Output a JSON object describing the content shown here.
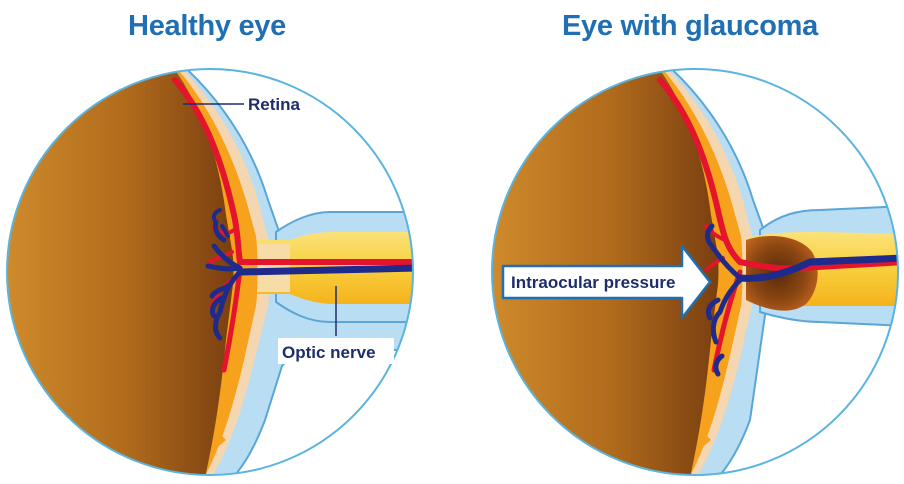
{
  "titles": {
    "healthy": "Healthy eye",
    "glaucoma": "Eye with glaucoma"
  },
  "labels": {
    "retina": "Retina",
    "optic_nerve": "Optic nerve",
    "pressure": "Intraocular pressure"
  },
  "colors": {
    "title_text": "#1f6fb2",
    "circle_outline": "#5ab4e0",
    "sclera": "#b7dcf1",
    "sclera_edge": "#5aa6d6",
    "retina_layer": "#f6a31c",
    "retina_layer_light": "#fbd27a",
    "choroid_cream": "#f5d7b0",
    "vitreous_dark": "#8a4a12",
    "vitreous_light": "#cf8b2a",
    "nerve_yellow": "#fbd94a",
    "artery_red": "#e3142c",
    "vein_blue": "#1e2a8c",
    "label_text": "#1d2d6b"
  }
}
